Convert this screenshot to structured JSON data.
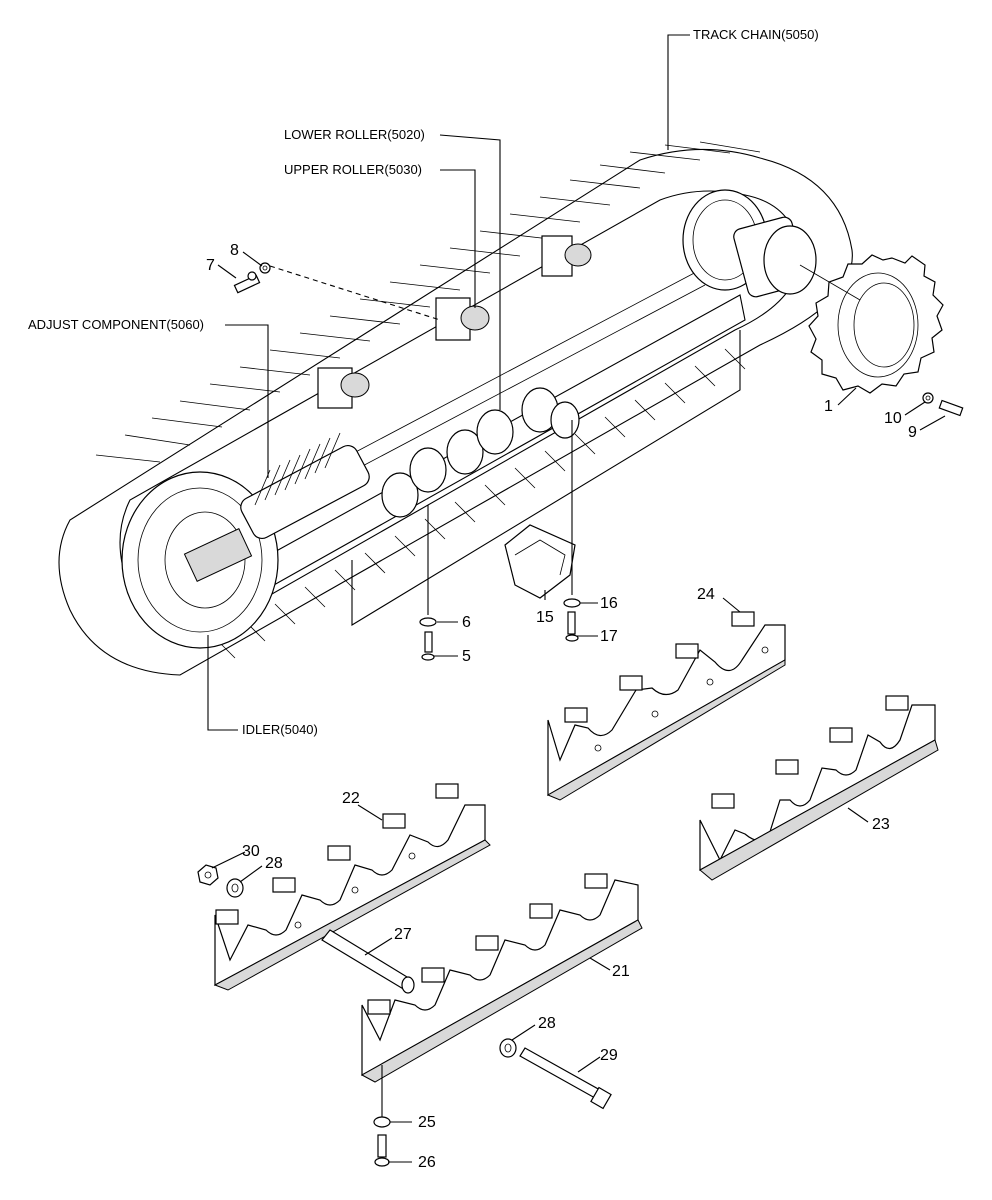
{
  "callouts": {
    "track_chain": "TRACK CHAIN(5050)",
    "lower_roller": "LOWER ROLLER(5020)",
    "upper_roller": "UPPER ROLLER(5030)",
    "adjust_component": "ADJUST COMPONENT(5060)",
    "idler": "IDLER(5040)"
  },
  "part_numbers": {
    "p1": "1",
    "p5": "5",
    "p6": "6",
    "p7": "7",
    "p8": "8",
    "p9": "9",
    "p10": "10",
    "p15": "15",
    "p16": "16",
    "p17": "17",
    "p21": "21",
    "p22": "22",
    "p23": "23",
    "p24": "24",
    "p25": "25",
    "p26": "26",
    "p27": "27",
    "p28a": "28",
    "p28b": "28",
    "p29": "29",
    "p30": "30"
  }
}
